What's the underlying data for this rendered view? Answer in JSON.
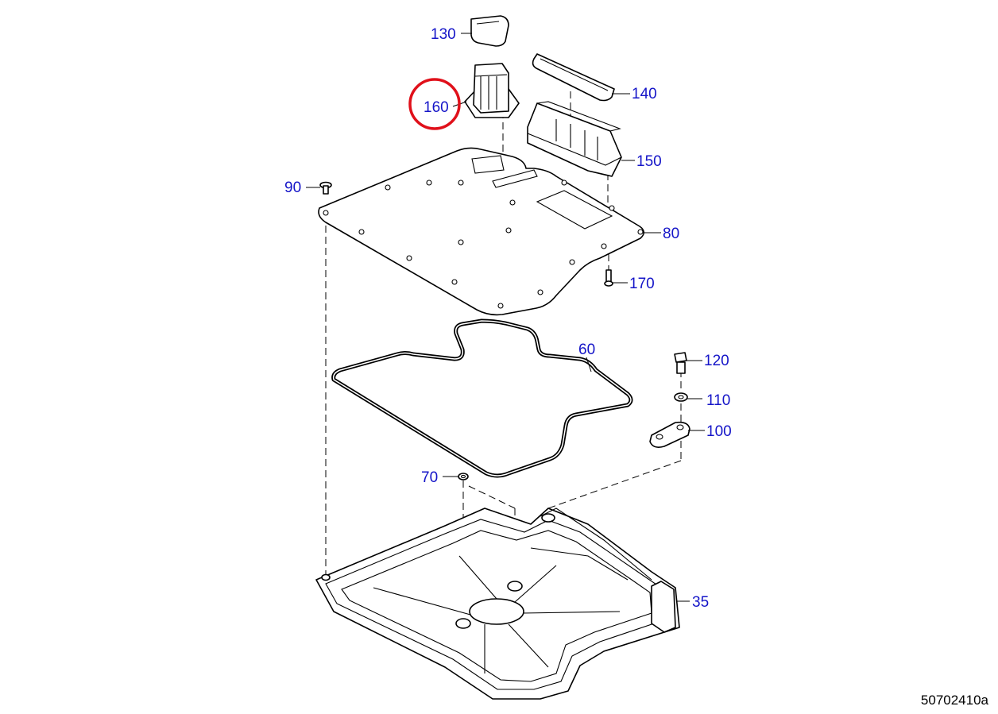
{
  "drawing_id": "50702410a",
  "highlight_color": "#e0101a",
  "callout_color": "#1515c8",
  "highlighted_callout": "160",
  "callouts": {
    "c130": "130",
    "c140": "140",
    "c160": "160",
    "c150": "150",
    "c90": "90",
    "c80": "80",
    "c170": "170",
    "c60": "60",
    "c120": "120",
    "c110": "110",
    "c100": "100",
    "c70": "70",
    "c35": "35"
  }
}
